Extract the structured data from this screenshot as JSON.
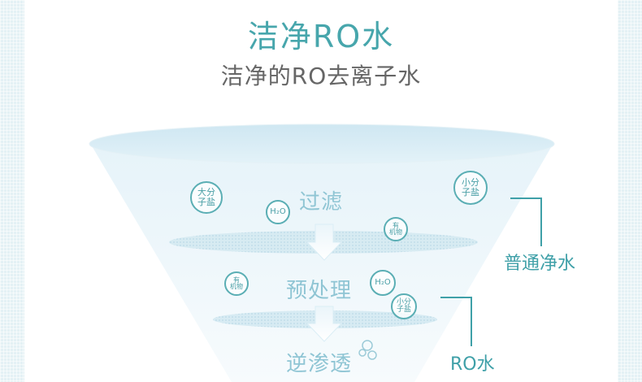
{
  "header": {
    "title": "洁净RO水",
    "subtitle": "洁净的RO去离子水"
  },
  "stages": [
    "过滤",
    "预处理",
    "逆渗透"
  ],
  "legend": {
    "normal_water": "普通净水",
    "ro_water": "RO水"
  },
  "particles": {
    "large_salt": "大分\n子盐",
    "small_salt": "小分\n子盐",
    "water": "H₂O",
    "organic": "有\n机物"
  },
  "colors": {
    "title": "#47a6ac",
    "subtitle": "#666666",
    "accent": "#3fa0a8",
    "stage_text": "#8fc5d4",
    "funnel_light": "#eef7fb",
    "funnel_mid": "#d4ebf4",
    "side_pattern": "#e4f1f5"
  }
}
